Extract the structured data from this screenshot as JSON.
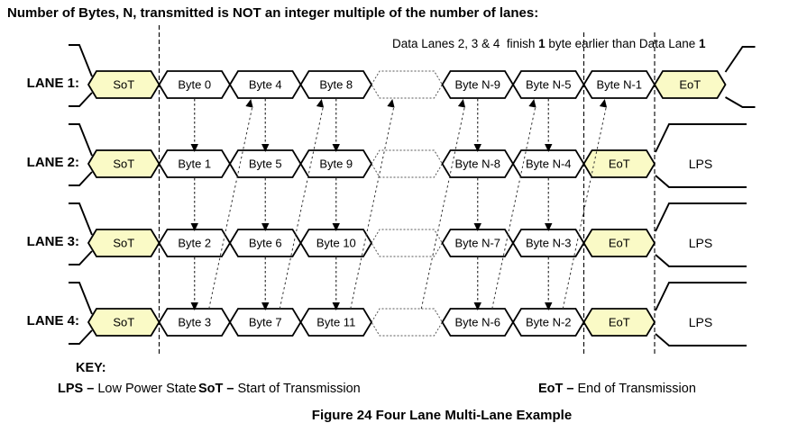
{
  "title": "Number of Bytes, N, transmitted is NOT an integer multiple of the number of lanes:",
  "annotation": {
    "part1": "Data Lanes 2, 3 & 4  finish ",
    "part2": "1",
    "part3": " byte earlier than Data Lane ",
    "part4": "1"
  },
  "colors": {
    "highlight_fill": "#FAFAC6",
    "segment_fill": "#FFFFFF",
    "line": "#000000",
    "dashed_line": "#333333",
    "gap_outline": "#555555"
  },
  "lanes": [
    {
      "label": "LANE 1:",
      "segments": [
        {
          "kind": "sot",
          "text": "SoT"
        },
        {
          "kind": "byte",
          "text": "Byte 0"
        },
        {
          "kind": "byte",
          "text": "Byte 4"
        },
        {
          "kind": "byte",
          "text": "Byte 8"
        },
        {
          "kind": "gap",
          "text": ""
        },
        {
          "kind": "byte",
          "text": "Byte N-9"
        },
        {
          "kind": "byte",
          "text": "Byte N-5"
        },
        {
          "kind": "byte",
          "text": "Byte N-1"
        },
        {
          "kind": "eot",
          "text": "EoT"
        }
      ],
      "tail": "open",
      "lps_label": ""
    },
    {
      "label": "LANE 2:",
      "segments": [
        {
          "kind": "sot",
          "text": "SoT"
        },
        {
          "kind": "byte",
          "text": "Byte 1"
        },
        {
          "kind": "byte",
          "text": "Byte 5"
        },
        {
          "kind": "byte",
          "text": "Byte 9"
        },
        {
          "kind": "gap",
          "text": ""
        },
        {
          "kind": "byte",
          "text": "Byte N-8"
        },
        {
          "kind": "byte",
          "text": "Byte N-4"
        },
        {
          "kind": "eot",
          "text": "EoT"
        }
      ],
      "tail": "lps",
      "lps_label": "LPS"
    },
    {
      "label": "LANE 3:",
      "segments": [
        {
          "kind": "sot",
          "text": "SoT"
        },
        {
          "kind": "byte",
          "text": "Byte 2"
        },
        {
          "kind": "byte",
          "text": "Byte 6"
        },
        {
          "kind": "byte",
          "text": "Byte 10"
        },
        {
          "kind": "gap",
          "text": ""
        },
        {
          "kind": "byte",
          "text": "Byte N-7"
        },
        {
          "kind": "byte",
          "text": "Byte N-3"
        },
        {
          "kind": "eot",
          "text": "EoT"
        }
      ],
      "tail": "lps",
      "lps_label": "LPS"
    },
    {
      "label": "LANE 4:",
      "segments": [
        {
          "kind": "sot",
          "text": "SoT"
        },
        {
          "kind": "byte",
          "text": "Byte 3"
        },
        {
          "kind": "byte",
          "text": "Byte 7"
        },
        {
          "kind": "byte",
          "text": "Byte 11"
        },
        {
          "kind": "gap",
          "text": ""
        },
        {
          "kind": "byte",
          "text": "Byte N-6"
        },
        {
          "kind": "byte",
          "text": "Byte N-2"
        },
        {
          "kind": "eot",
          "text": "EoT"
        }
      ],
      "tail": "lps",
      "lps_label": "LPS"
    }
  ],
  "key": {
    "heading": "KEY:",
    "items": [
      {
        "term": "LPS –",
        "def": " Low Power State"
      },
      {
        "term": "SoT –",
        "def": " Start of Transmission"
      },
      {
        "term": "EoT –",
        "def": " End of Transmission"
      }
    ]
  },
  "caption": "Figure 24 Four Lane Multi-Lane Example"
}
